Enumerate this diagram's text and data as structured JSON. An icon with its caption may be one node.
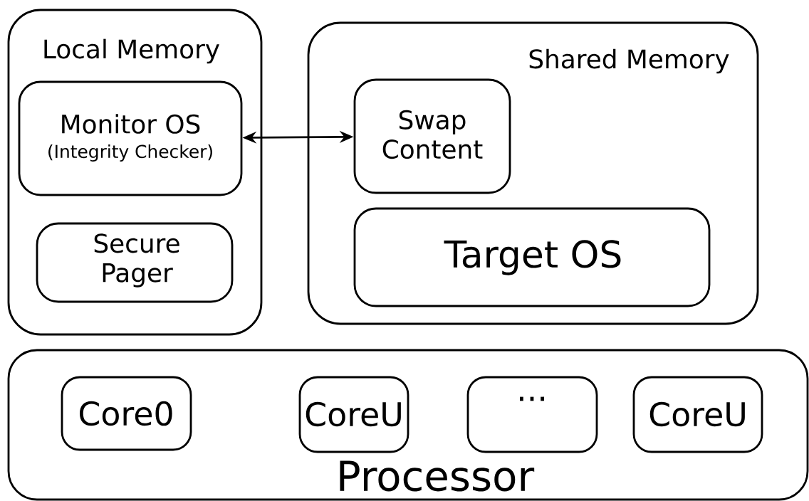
{
  "diagram": {
    "nodes": [
      {
        "text": [
          "Local Memory"
        ]
      },
      {
        "text": [
          "Monitor OS",
          "(Integrity Checker)"
        ],
        "in": 0
      },
      {
        "text": [
          "Secure Pager"
        ],
        "in": 0
      },
      {
        "text": [
          "Shared Memory"
        ]
      },
      {
        "text": [
          "Swap Content"
        ],
        "in": 3
      },
      {
        "text": [
          "Target OS"
        ],
        "in": 3
      },
      {
        "text": [
          "Processor"
        ]
      },
      {
        "text": [
          "Core0"
        ],
        "in": 6
      },
      {
        "text": [
          "CoreU"
        ],
        "in": 6
      },
      {
        "text": [
          "···"
        ],
        "in": 6
      },
      {
        "text": [
          "CoreU"
        ],
        "in": 6
      }
    ],
    "edges": [
      {
        "from": 1,
        "to": 4,
        "arrow": "both"
      }
    ]
  }
}
